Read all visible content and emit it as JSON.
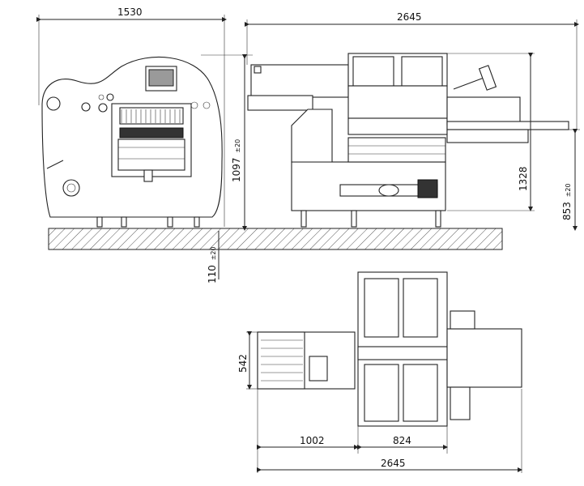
{
  "dimensions": {
    "left_width": "1530",
    "top_length": "2645",
    "left_height_value": "1097",
    "left_height_tol": "±20",
    "right_height_a": "1328",
    "right_height_b_value": "853",
    "right_height_b_tol": "±20",
    "floor_value": "110",
    "floor_tol": "±20",
    "top_view_width": "542",
    "bottom_a": "1002",
    "bottom_b": "824",
    "bottom_total": "2645"
  },
  "colors": {
    "line": "#222222",
    "hatch": "#555555",
    "screen": "#9a9a9a"
  }
}
